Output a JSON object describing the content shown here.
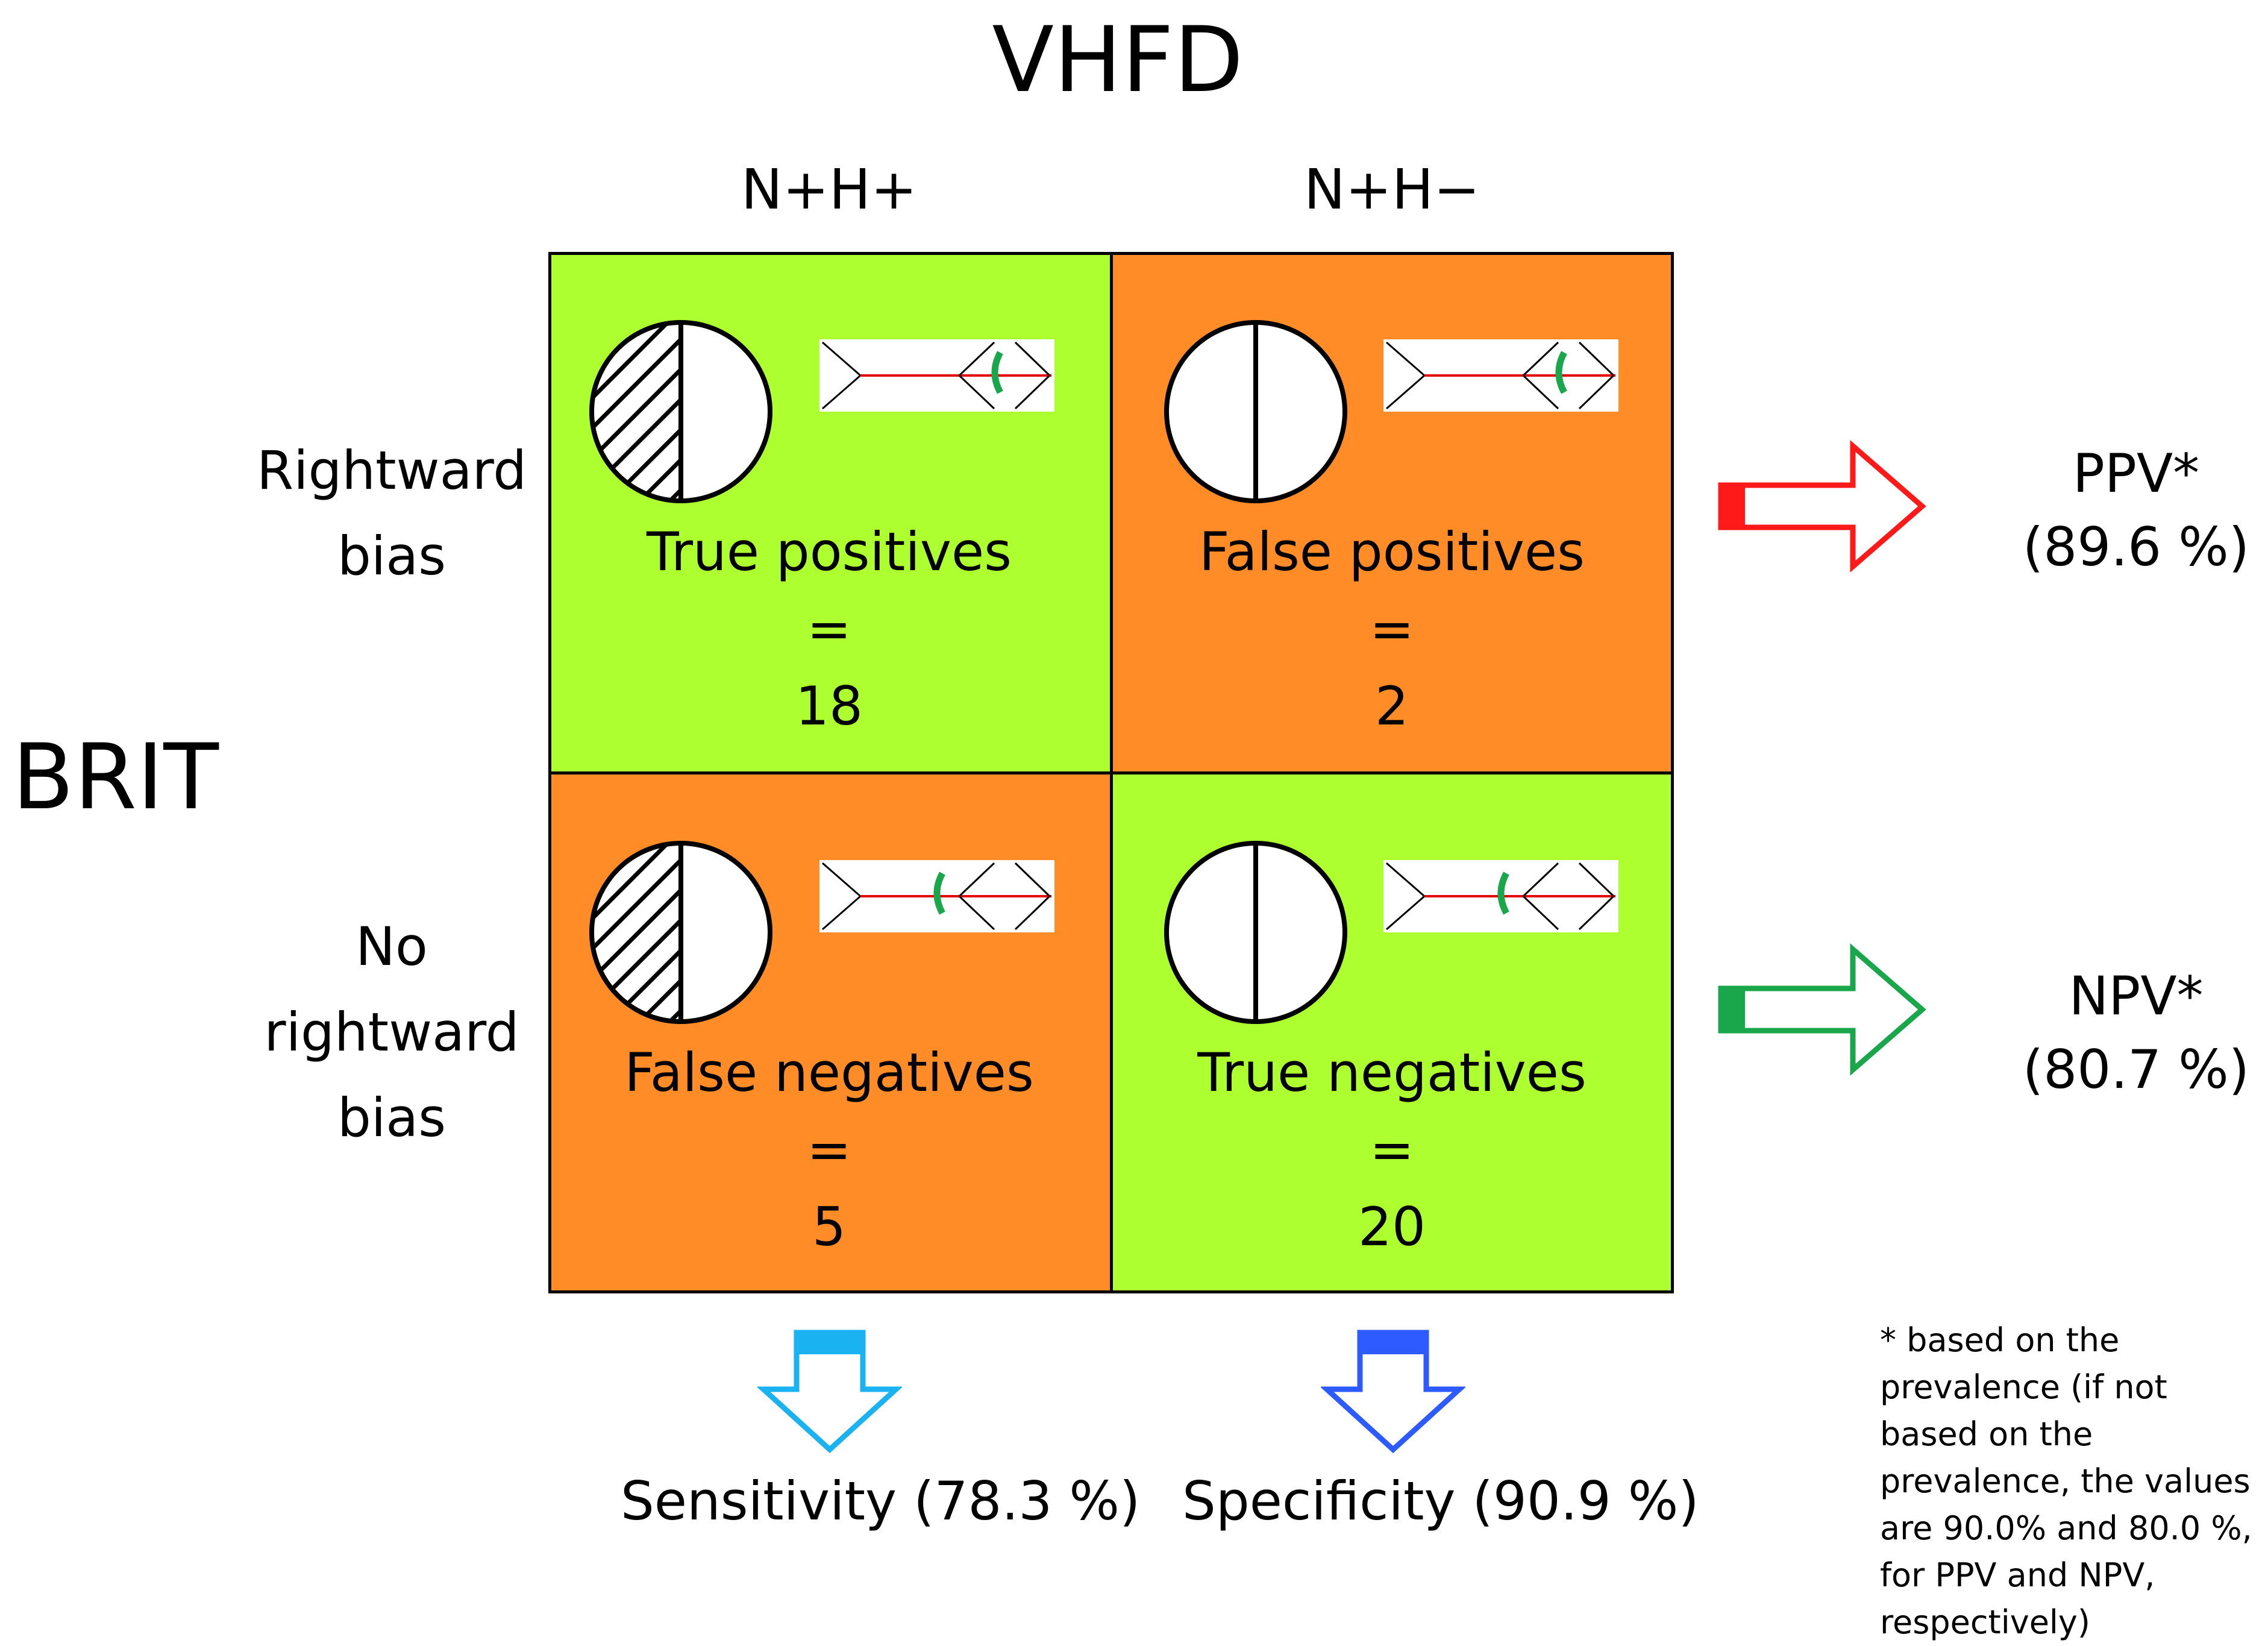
{
  "title": "VHFD",
  "columns": [
    "N+H+",
    "N+H−"
  ],
  "row_axis_label": "BRIT",
  "rows": [
    {
      "label_lines": [
        "Rightward",
        "bias"
      ]
    },
    {
      "label_lines": [
        "No",
        "rightward",
        "bias"
      ]
    }
  ],
  "cells": [
    {
      "label": "True positives",
      "equals": "=",
      "value": "18",
      "color": "#adff2f",
      "icon": "hemianopia-hatched-circle-icon"
    },
    {
      "label": "False positives",
      "equals": "=",
      "value": "2",
      "color": "#ff8c27",
      "icon": "normal-split-circle-icon"
    },
    {
      "label": "False negatives",
      "equals": "=",
      "value": "5",
      "color": "#ff8c27",
      "icon": "hemianopia-hatched-circle-icon"
    },
    {
      "label": "True negatives",
      "equals": "=",
      "value": "20",
      "color": "#adff2f",
      "icon": "normal-split-circle-icon"
    }
  ],
  "metrics": {
    "ppv": {
      "label": "PPV*",
      "value": "(89.6 %)",
      "arrow_color": "#ff1a1a"
    },
    "npv": {
      "label": "NPV*",
      "value": "(80.7 %)",
      "arrow_color": "#1aa64a"
    },
    "sensitivity": {
      "text": "Sensitivity (78.3 %)",
      "arrow_color": "#1ab2f0"
    },
    "specificity": {
      "text": "Specificity (90.9 %)",
      "arrow_color": "#2e5bff"
    }
  },
  "footnote": "* based on the prevalence (if not based on the prevalence, the values are 90.0% and 80.0 %, for PPV and NPV, respectively)",
  "colors": {
    "green_cell": "#adff2f",
    "orange_cell": "#ff8c27",
    "line_bisection": "#e60000",
    "bisection_mark": "#1aa64a"
  }
}
